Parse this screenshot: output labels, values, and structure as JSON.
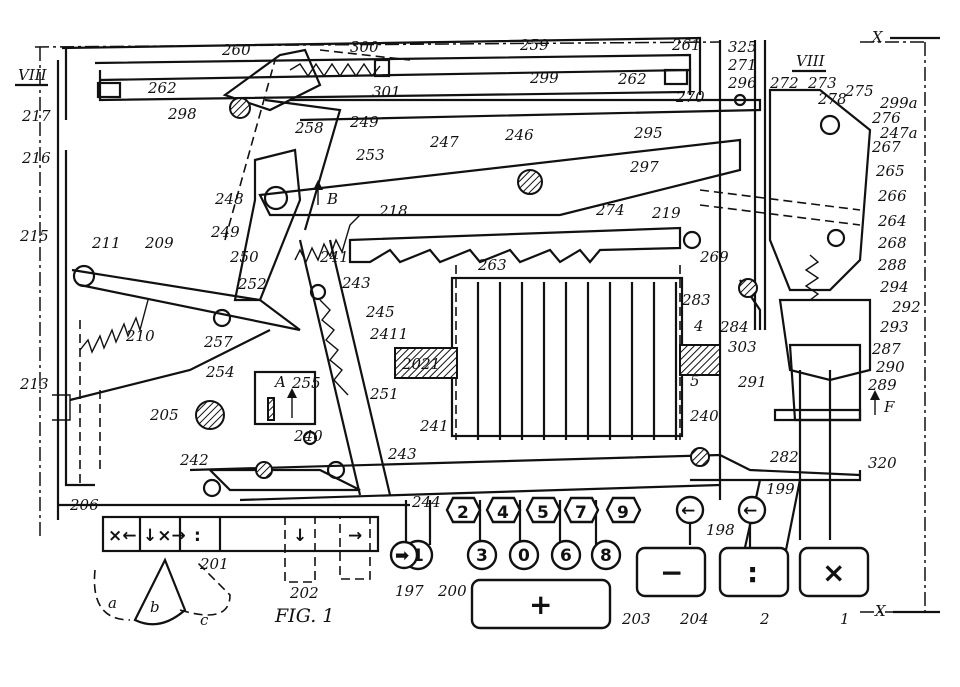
{
  "figure": {
    "title": "FIG. 1",
    "section_marks": {
      "left": "VIII",
      "right": "VIII",
      "x_top": "X",
      "x_bottom": "X"
    }
  },
  "labels": {
    "l300": "300",
    "l260": "260",
    "l259": "259",
    "l261": "261",
    "l325": "325",
    "l271": "271",
    "l262a": "262",
    "l262b": "262",
    "l301": "301",
    "l270": "270",
    "l296": "296",
    "l272": "272",
    "l273": "273",
    "l275": "275",
    "l299a": "299a",
    "l278": "278",
    "l276": "276",
    "l247a": "247a",
    "l267": "267",
    "l265": "265",
    "l266": "266",
    "l264": "264",
    "l268": "268",
    "l288": "288",
    "l294": "294",
    "l292": "292",
    "l293": "293",
    "l287": "287",
    "l290": "290",
    "l289": "289",
    "l291": "291",
    "l303": "303",
    "l284": "284",
    "l283": "283",
    "l269": "269",
    "l274": "274",
    "l219": "219",
    "l297": "297",
    "l295": "295",
    "l299": "299",
    "l246": "246",
    "l247": "247",
    "l298": "298",
    "l258": "258",
    "l249a": "249",
    "l253": "253",
    "l248": "248",
    "l218": "218",
    "l249b": "249",
    "l250": "250",
    "l241a": "241",
    "l243a": "243",
    "l263": "263",
    "l4": "4",
    "l211": "211",
    "l209": "209",
    "l210": "210",
    "l252": "252",
    "l257": "257",
    "l245": "245",
    "l2411": "2411",
    "l2021": "2021",
    "l5": "5",
    "l217": "217",
    "l216": "216",
    "l215": "215",
    "l213": "213",
    "l254": "254",
    "l255": "255",
    "l205": "205",
    "l251": "251",
    "l240a": "240",
    "l241b": "241",
    "l240b": "240",
    "l242": "242",
    "l243b": "243",
    "l282": "282",
    "l320": "320",
    "l206": "206",
    "l244": "244",
    "l199": "199",
    "l198": "198",
    "l201": "201",
    "l202": "202",
    "l197": "197",
    "l200": "200",
    "l203": "203",
    "l204": "204",
    "l2": "2",
    "l1": "1",
    "la": "a",
    "lb": "b",
    "lc": "c",
    "lA": "A",
    "lB": "B",
    "lF": "F"
  },
  "keys": {
    "digits_top": [
      "2",
      "4",
      "5",
      "7",
      "9"
    ],
    "digits_bottom": [
      "1",
      "3",
      "0",
      "6",
      "8"
    ],
    "arrow_right": "➡",
    "arrow_left_a": "←",
    "arrow_left_b": "←",
    "plus": "+",
    "minus": "−",
    "divide": ":",
    "multiply": "×"
  },
  "selector_strip": {
    "cells": [
      "×←",
      "↓×→",
      ":",
      "",
      "↓",
      "→"
    ]
  }
}
